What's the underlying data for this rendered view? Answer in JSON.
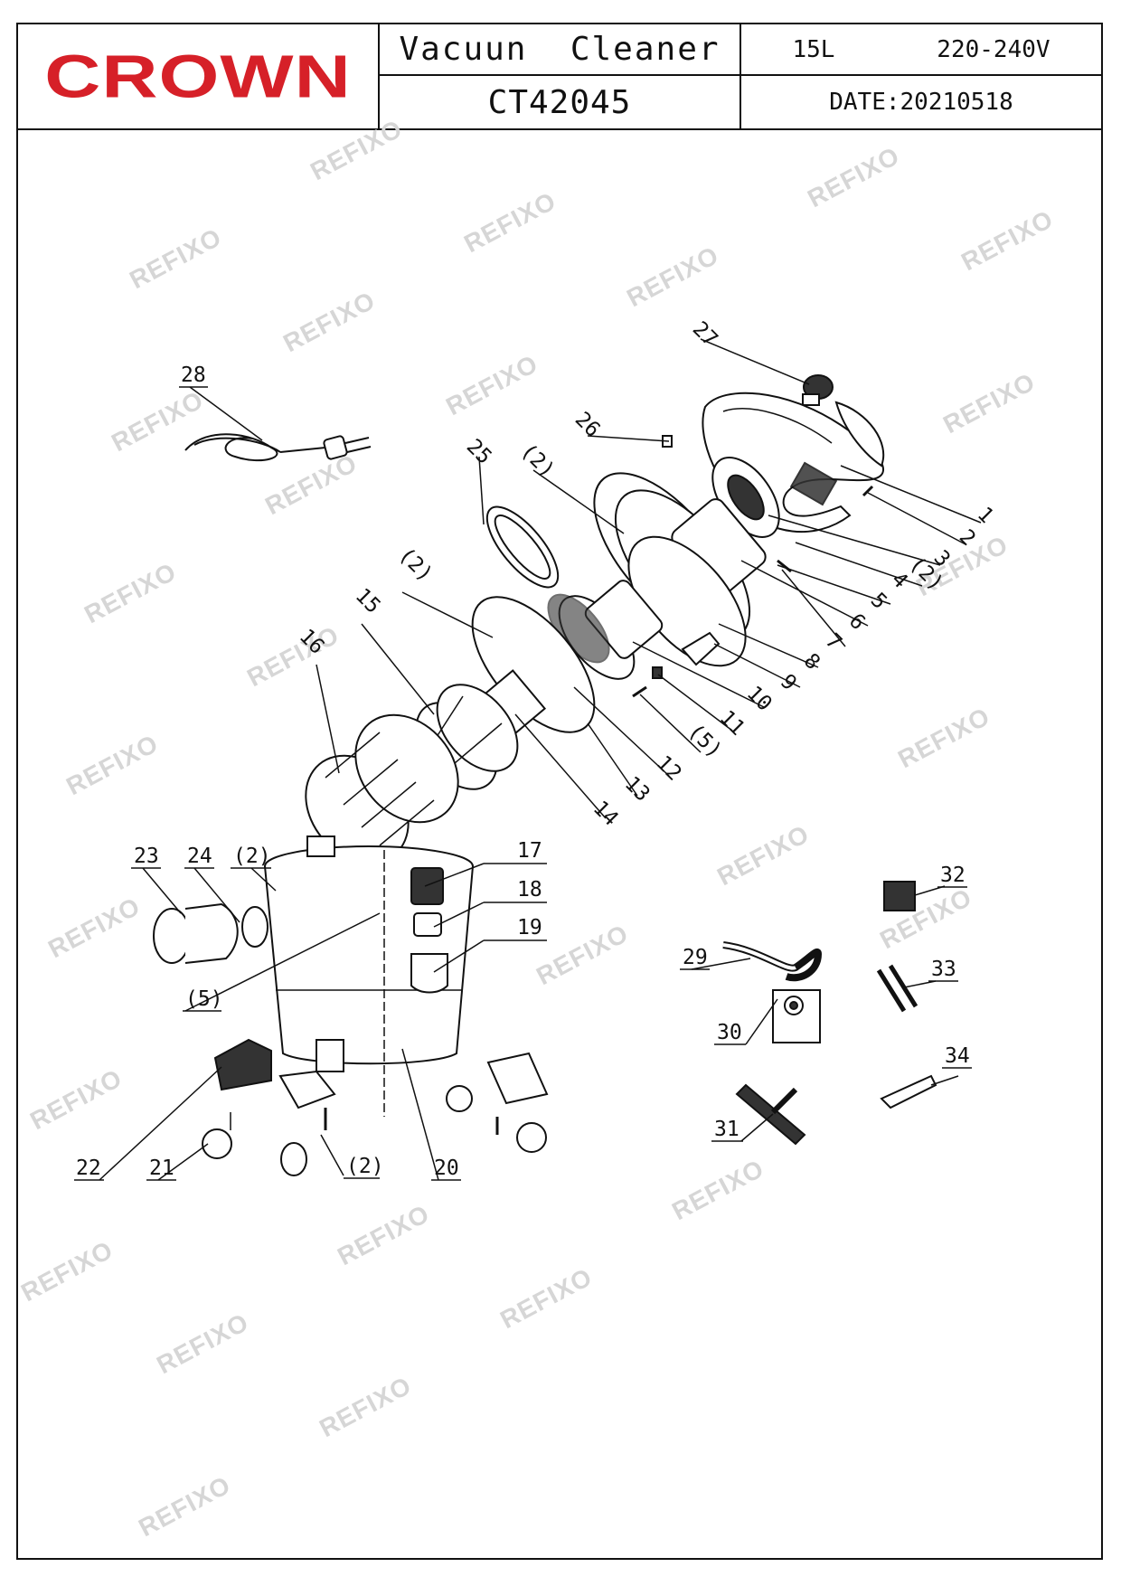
{
  "title_block": {
    "brand": "CROWN",
    "product_name": "Vacuun  Cleaner",
    "model": "CT42045",
    "capacity": "15L",
    "voltage": "220-240V",
    "date": "DATE:20210518"
  },
  "colors": {
    "brand_red": "#d62028",
    "line": "#111111",
    "watermark": "#d6d6d6"
  },
  "watermark": "REFIXO",
  "part_labels": {
    "p1": "1",
    "p2": "2",
    "p3": "3",
    "p4": "4",
    "p5": "5",
    "p6": "6",
    "p7": "7",
    "p8": "8",
    "p9": "9",
    "p10": "10",
    "p11": "11",
    "p12": "12",
    "p13": "13",
    "p14": "14",
    "p15": "15",
    "p16": "16",
    "p17": "17",
    "p18": "18",
    "p19": "19",
    "p20": "20",
    "p21": "21",
    "p22": "22",
    "p23": "23",
    "p24": "24",
    "p25": "25",
    "p26": "26",
    "p27": "27",
    "p28": "28",
    "p29": "29",
    "p30": "30",
    "p31": "31",
    "p32": "32",
    "p33": "33",
    "p34": "34",
    "q2a": "(2)",
    "q2b": "(2)",
    "q2c": "(2)",
    "q2d": "(2)",
    "q2e": "(2)",
    "q5a": "(5)",
    "q5b": "(5)"
  }
}
